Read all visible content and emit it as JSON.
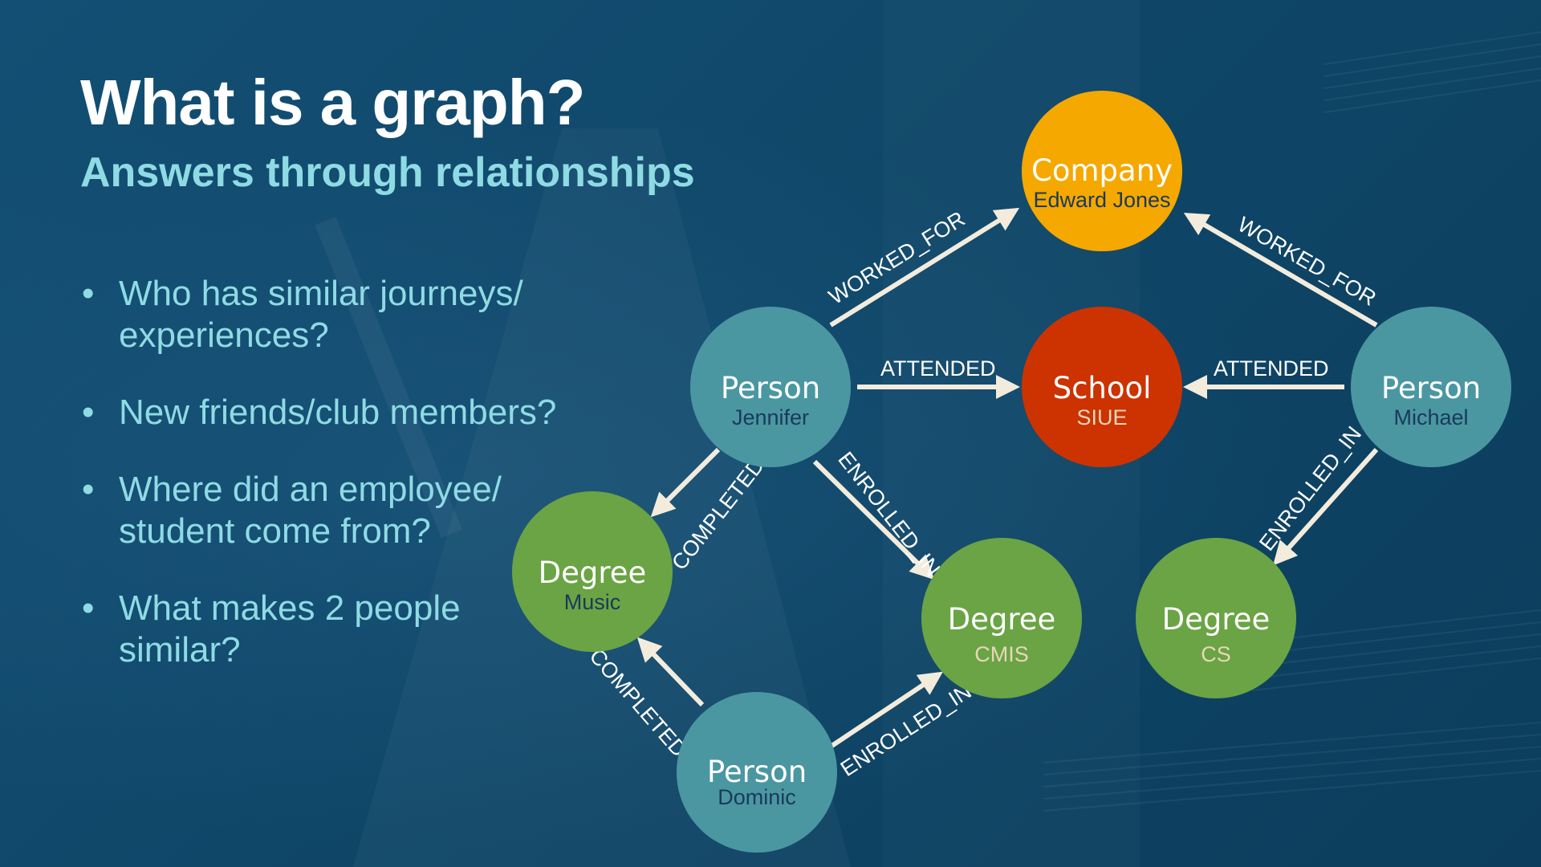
{
  "slide": {
    "title": "What is a graph?",
    "subtitle": "Answers through relationships",
    "bullets": [
      {
        "lines": [
          "Who has similar journeys/",
          "experiences?"
        ]
      },
      {
        "lines": [
          "New friends/club members?"
        ]
      },
      {
        "lines": [
          "Where did an employee/",
          "student come from?"
        ]
      },
      {
        "lines": [
          "What makes 2 people",
          "similar?"
        ]
      }
    ]
  },
  "graph": {
    "nodes": {
      "company": {
        "type": "Company",
        "name": "Edward Jones",
        "color": "#f5a800"
      },
      "school": {
        "type": "School",
        "name": "SIUE",
        "color": "#cc3300"
      },
      "jennifer": {
        "type": "Person",
        "name": "Jennifer",
        "color": "#4a97a2"
      },
      "michael": {
        "type": "Person",
        "name": "Michael",
        "color": "#4a97a2"
      },
      "dominic": {
        "type": "Person",
        "name": "Dominic",
        "color": "#4a97a2"
      },
      "music": {
        "type": "Degree",
        "name": "Music",
        "color": "#6aa444"
      },
      "cmis": {
        "type": "Degree",
        "name": "CMIS",
        "color": "#6aa444"
      },
      "cs": {
        "type": "Degree",
        "name": "CS",
        "color": "#6aa444"
      }
    },
    "edges": {
      "jennifer_company": "WORKED_FOR",
      "michael_company": "WORKED_FOR",
      "jennifer_school": "ATTENDED",
      "michael_school": "ATTENDED",
      "jennifer_music": "COMPLETED",
      "jennifer_cmis": "ENROLLED_IN",
      "michael_cs": "ENROLLED_IN",
      "dominic_music": "COMPLETED",
      "dominic_cmis": "ENROLLED_IN"
    },
    "colors": {
      "arrow": "#f3ecdc",
      "name_text_dark": "#1a3a5a",
      "name_text_light": "#e9d6b9"
    }
  }
}
